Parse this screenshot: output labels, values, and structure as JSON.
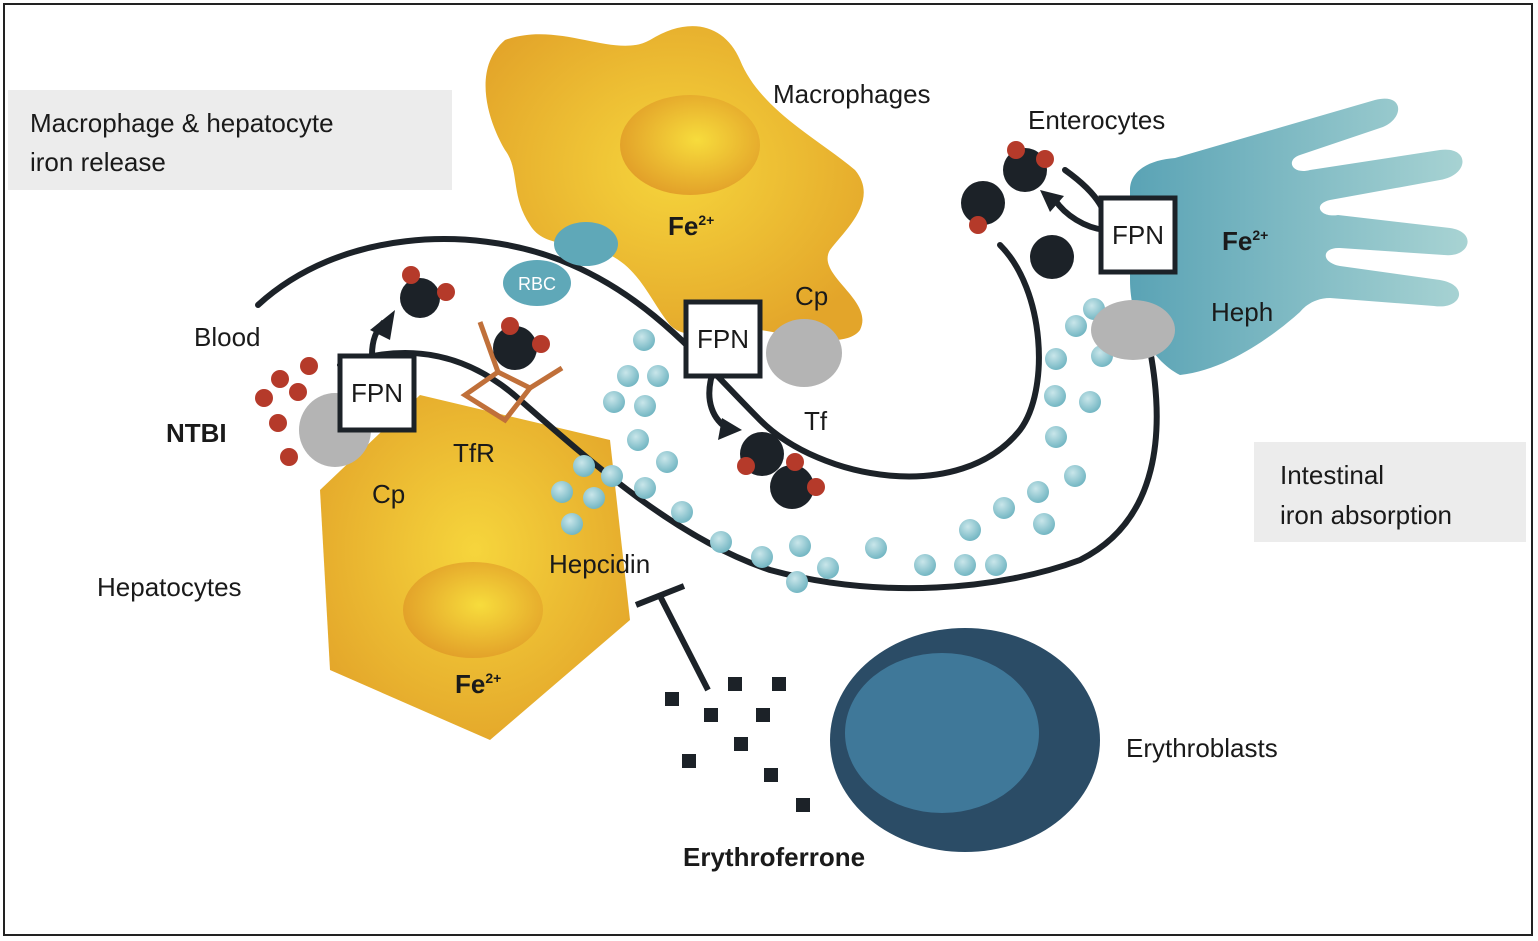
{
  "boxes": {
    "macrophage_release": [
      "Macrophage & hepatocyte",
      "iron release"
    ],
    "intestinal_absorption": [
      "Intestinal",
      "iron absorption"
    ]
  },
  "cells": {
    "macrophages": "Macrophages",
    "enterocytes": "Enterocytes",
    "hepatocytes": "Hepatocytes",
    "erythroblasts": "Erythroblasts"
  },
  "labels": {
    "blood": "Blood",
    "ntbi": "NTBI",
    "rbc": "RBC",
    "tf": "Tf",
    "tfr": "TfR",
    "cp": "Cp",
    "heph": "Heph",
    "hepcidin": "Hepcidin",
    "erythroferrone": "Erythroferrone",
    "fpn": "FPN",
    "fe": "Fe",
    "fe_charge": "2+"
  },
  "colors": {
    "gold": "#e9b02a",
    "gold_light": "#f4d23a",
    "teal": "#5fa8b8",
    "dark_blue": "#2b4c66",
    "mid_blue": "#3f7899",
    "iron_red": "#b53a2a",
    "iron_black": "#1c2228",
    "grey": "#b4b4b4",
    "hepcidin": "#8cc7cf",
    "tfr_brown": "#c0703a"
  }
}
